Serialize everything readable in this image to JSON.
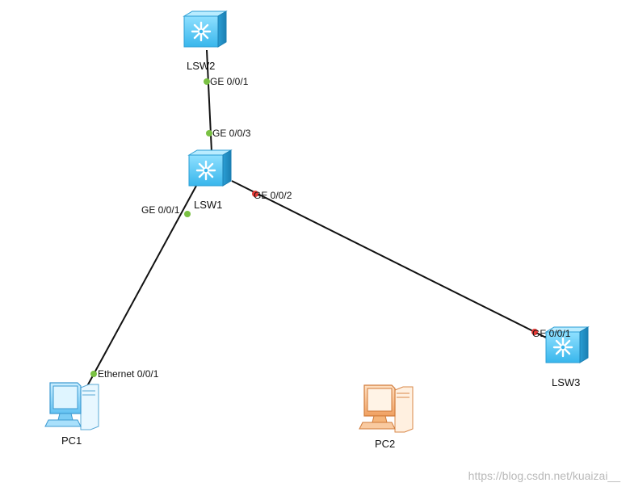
{
  "devices": {
    "lsw1": {
      "name": "LSW1"
    },
    "lsw2": {
      "name": "LSW2"
    },
    "lsw3": {
      "name": "LSW3"
    },
    "pc1": {
      "name": "PC1"
    },
    "pc2": {
      "name": "PC2"
    }
  },
  "links": [
    {
      "from": "LSW2",
      "to": "LSW1",
      "from_port": "GE 0/0/1",
      "to_port": "GE 0/0/3",
      "status": "up"
    },
    {
      "from": "LSW1",
      "to": "PC1",
      "from_port": "GE 0/0/1",
      "to_port": "Ethernet 0/0/1",
      "status": "up"
    },
    {
      "from": "LSW1",
      "to": "LSW3",
      "from_port": "GE 0/0/2",
      "to_port": "GE 0/0/1",
      "status": "down"
    }
  ],
  "colors": {
    "port_up": "#7ac143",
    "port_down": "#e53935",
    "switch": "#4fc3f7",
    "pc_active": "#6ec6ff",
    "pc_inactive": "#f4a460"
  },
  "watermark": "https://blog.csdn.net/kuaizai__"
}
